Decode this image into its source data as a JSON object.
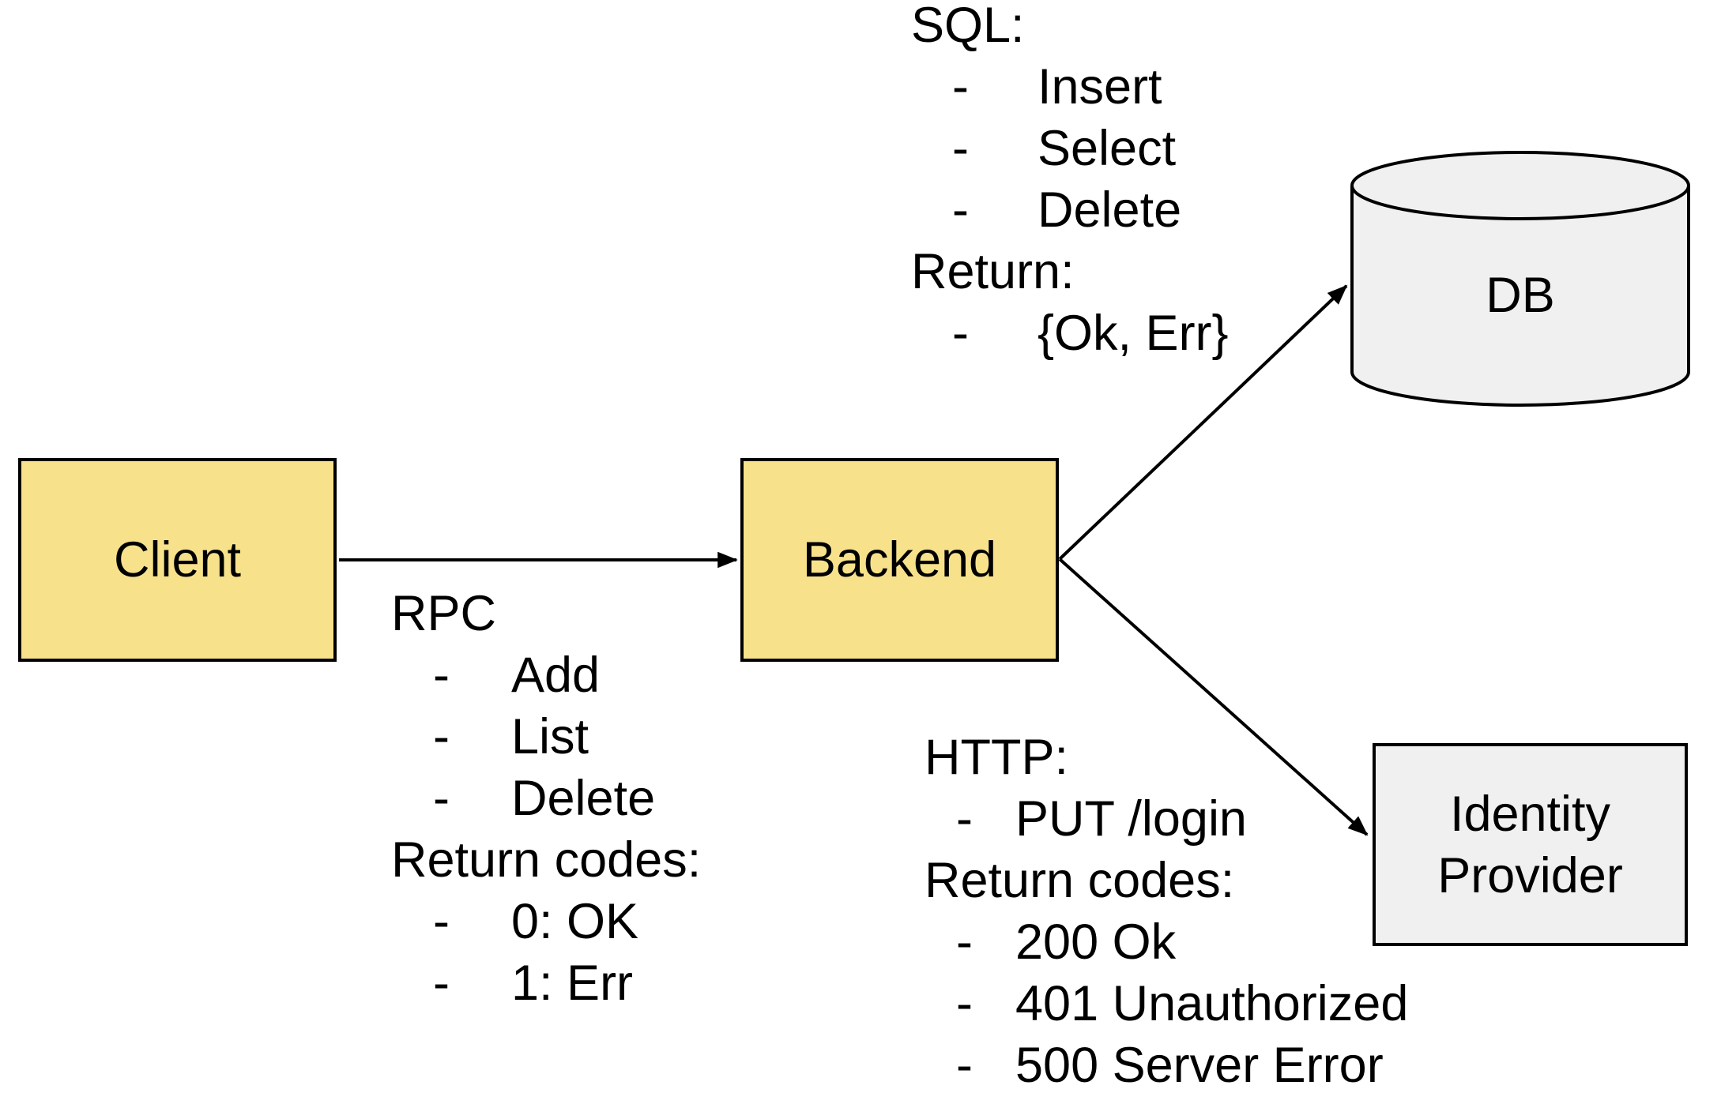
{
  "colors": {
    "canvas_bg": "#FFFFFF",
    "box_yellow": "#F7E28B",
    "box_gray": "#F0F0F0",
    "stroke": "#000000"
  },
  "bullet_char": "-",
  "nodes": {
    "client": {
      "label": "Client"
    },
    "backend": {
      "label": "Backend"
    },
    "db": {
      "label": "DB"
    },
    "identity_provider": {
      "label": "Identity Provider"
    }
  },
  "edges": [
    {
      "from": "client",
      "to": "backend"
    },
    {
      "from": "backend",
      "to": "db"
    },
    {
      "from": "backend",
      "to": "identity_provider"
    }
  ],
  "annotations": {
    "rpc": {
      "lines": [
        {
          "text": "RPC",
          "bullet": false
        },
        {
          "text": "Add",
          "bullet": true
        },
        {
          "text": "List",
          "bullet": true
        },
        {
          "text": "Delete",
          "bullet": true
        },
        {
          "text": "Return codes:",
          "bullet": false
        },
        {
          "text": "0: OK",
          "bullet": true
        },
        {
          "text": "1: Err",
          "bullet": true
        }
      ]
    },
    "sql": {
      "lines": [
        {
          "text": "SQL:",
          "bullet": false
        },
        {
          "text": "Insert",
          "bullet": true
        },
        {
          "text": "Select",
          "bullet": true
        },
        {
          "text": "Delete",
          "bullet": true
        },
        {
          "text": "Return:",
          "bullet": false
        },
        {
          "text": "{Ok, Err}",
          "bullet": true
        }
      ]
    },
    "http": {
      "lines": [
        {
          "text": "HTTP:",
          "bullet": false
        },
        {
          "text": "PUT /login",
          "bullet": true
        },
        {
          "text": "Return codes:",
          "bullet": false
        },
        {
          "text": "200 Ok",
          "bullet": true
        },
        {
          "text": "401 Unauthorized",
          "bullet": true
        },
        {
          "text": "500 Server Error",
          "bullet": true
        }
      ]
    }
  }
}
